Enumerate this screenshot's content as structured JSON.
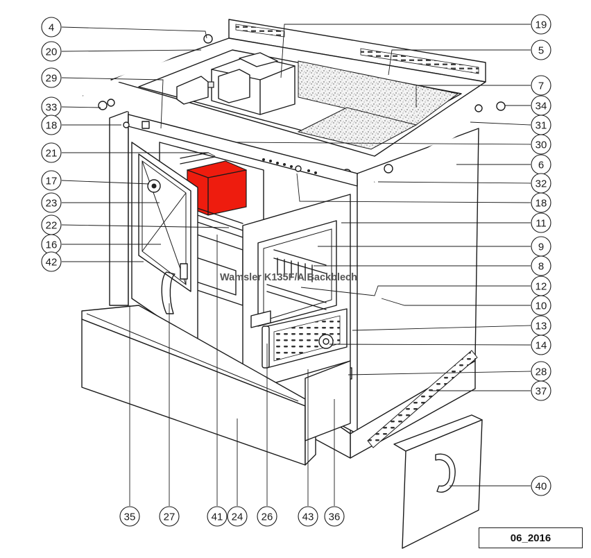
{
  "diagram": {
    "watermark": "Wamsler K135F/A Backblech",
    "date_label": "06_2016",
    "highlight_color": "#ee1c0e",
    "callouts": [
      "4",
      "20",
      "29",
      "33",
      "18",
      "21",
      "17",
      "23",
      "22",
      "16",
      "42",
      "19",
      "5",
      "7",
      "34",
      "31",
      "30",
      "6",
      "32",
      "18",
      "11",
      "9",
      "8",
      "12",
      "10",
      "13",
      "14",
      "28",
      "37",
      "40",
      "35",
      "27",
      "41",
      "24",
      "26",
      "43",
      "36"
    ]
  }
}
